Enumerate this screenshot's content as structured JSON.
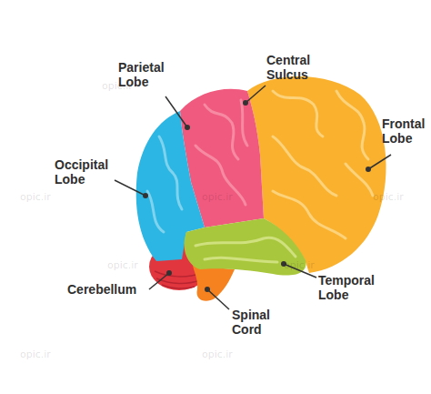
{
  "diagram": {
    "labels": [
      "Parietal Lobe",
      "Central Sulcus",
      "Frontal Lobe",
      "Occipital Lobe",
      "Cerebellum",
      "Spinal Cord",
      "Temporal Lobe",
      "opic.ir",
      "opic.ir",
      "opic.ir",
      "opic.ir",
      "opic.ir",
      "opic.ir",
      "opic.ir",
      "opic.ir"
    ]
  }
}
